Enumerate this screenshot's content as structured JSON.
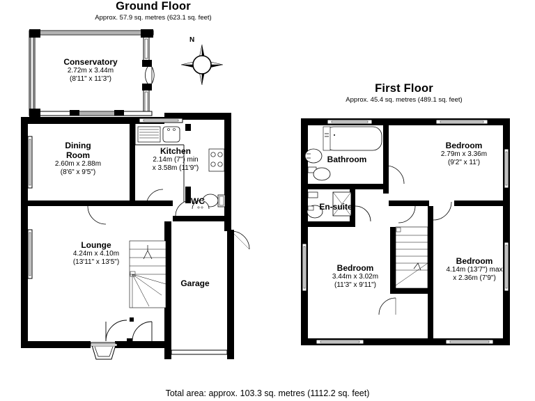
{
  "document": {
    "type": "floor-plan",
    "total_area_text": "Total area: approx. 103.3 sq. metres (1112.2 sq. feet)"
  },
  "floors": {
    "ground": {
      "title": "Ground Floor",
      "subtitle": "Approx. 57.9 sq. metres (623.1 sq. feet)",
      "rooms": [
        {
          "name": "Conservatory",
          "dim_metric": "2.72m x 3.44m",
          "dim_imperial": "(8'11\" x 11'3\")"
        },
        {
          "name_line1": "Dining",
          "name_line2": "Room",
          "dim_metric": "2.60m x 2.88m",
          "dim_imperial": "(8'6\" x 9'5\")"
        },
        {
          "name": "Kitchen",
          "dim_metric": "2.14m (7\") min",
          "dim_imperial": "x 3.58m (11'9\")"
        },
        {
          "name": "WC"
        },
        {
          "name": "Lounge",
          "dim_metric": "4.24m x 4.10m",
          "dim_imperial": "(13'11\" x 13'5\")"
        },
        {
          "name": "Garage"
        }
      ]
    },
    "first": {
      "title": "First Floor",
      "subtitle": "Approx. 45.4 sq. metres (489.1 sq. feet)",
      "rooms": [
        {
          "name": "Bathroom"
        },
        {
          "name": "En-suite"
        },
        {
          "name": "Bedroom",
          "dim_metric": "2.79m x 3.36m",
          "dim_imperial": "(9'2\" x 11')"
        },
        {
          "name": "Bedroom",
          "dim_metric": "3.44m x 3.02m",
          "dim_imperial": "(11'3\" x 9'11\")"
        },
        {
          "name": "Bedroom",
          "dim_metric": "4.14m (13'7\") max",
          "dim_imperial": "x 2.36m (7'9\")"
        }
      ]
    }
  },
  "compass": {
    "north_label": "N"
  },
  "colors": {
    "wall": "#000000",
    "background": "#ffffff",
    "fixture_line": "#1a1a1a",
    "glazing": "#cfcfcf"
  }
}
